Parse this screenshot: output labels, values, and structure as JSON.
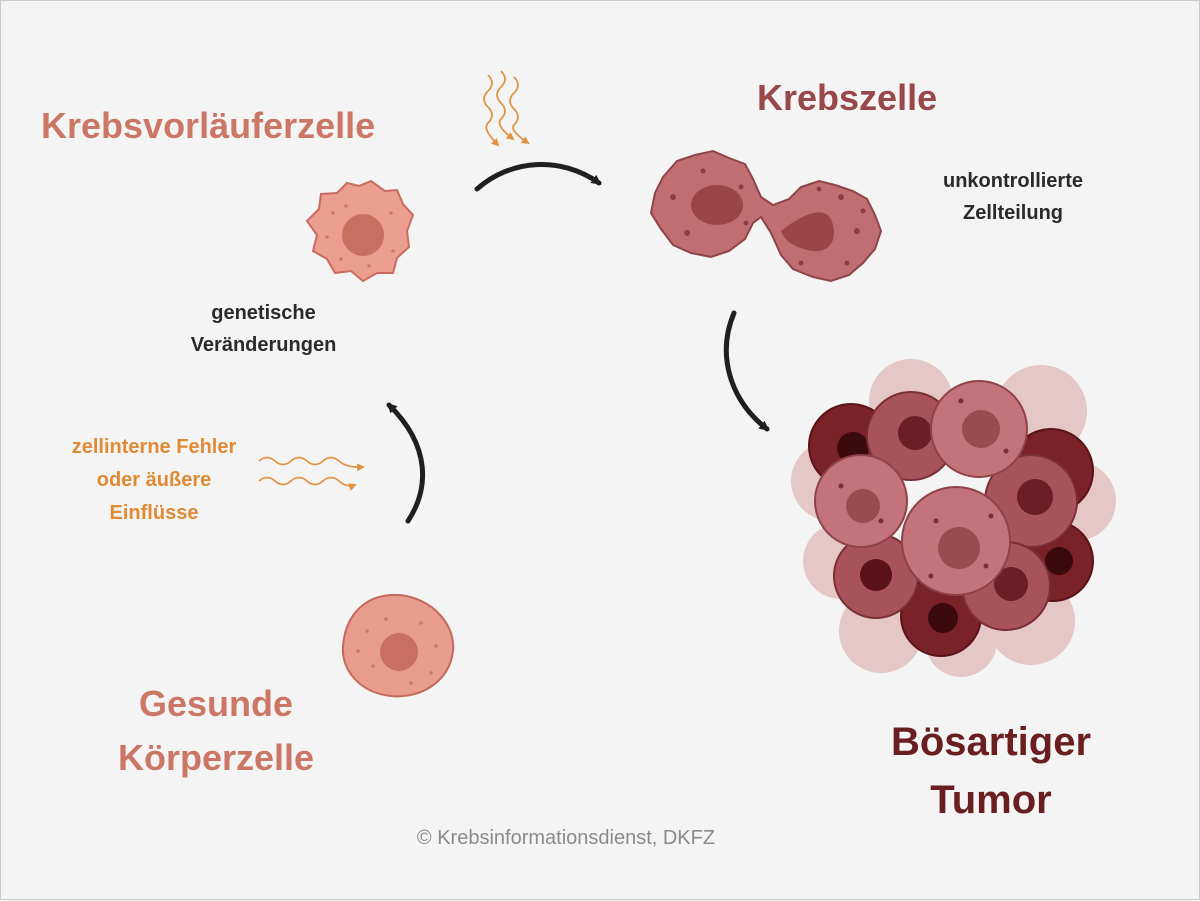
{
  "labels": {
    "precursor_cell": "Krebsvorläuferzelle",
    "cancer_cell": "Krebszelle",
    "healthy_cell_line1": "Gesunde",
    "healthy_cell_line2": "Körperzelle",
    "tumor_line1": "Bösartiger",
    "tumor_line2": "Tumor",
    "genetic_line1": "genetische",
    "genetic_line2": "Veränderungen",
    "division_line1": "unkontrollierte",
    "division_line2": "Zellteilung",
    "errors_line1": "zellinterne Fehler",
    "errors_line2": "oder äußere",
    "errors_line3": "Einflüsse",
    "credit": "© Krebsinformationsdienst, DKFZ"
  },
  "colors": {
    "background": "#f4f4f4",
    "healthy_label": "#cc7766",
    "cancer_label": "#98474a",
    "tumor_label": "#6b1e20",
    "influence_text": "#e08a34",
    "arrow": "#1f1f1f"
  }
}
